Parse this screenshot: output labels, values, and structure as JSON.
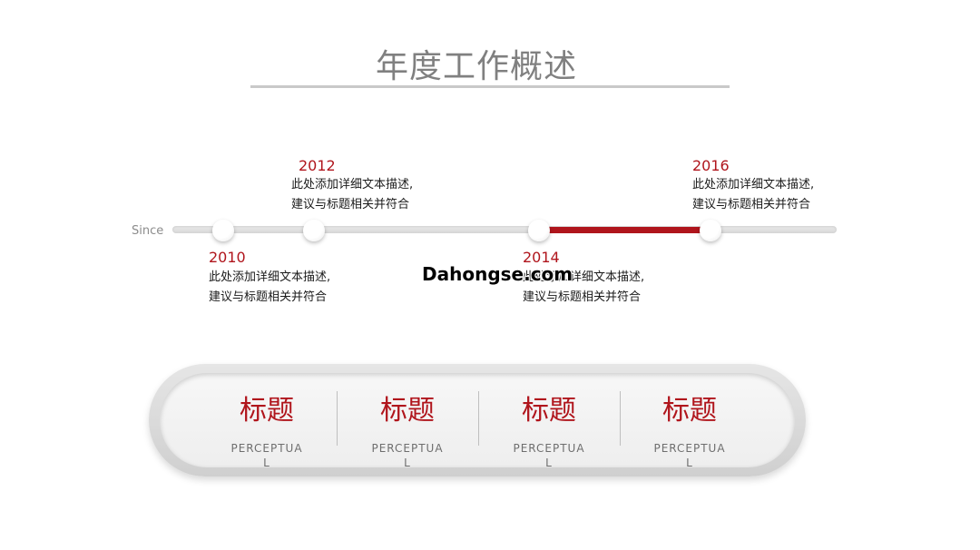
{
  "slide": {
    "title": "年度工作概述"
  },
  "timeline": {
    "start_label": "Since",
    "active_color": "#b0151c",
    "events": [
      {
        "year": "2010",
        "text": "此处添加详细文本描述,\n建议与标题相关并符合"
      },
      {
        "year": "2012",
        "text": "此处添加详细文本描述,\n建议与标题相关并符合"
      },
      {
        "year": "2014",
        "text": "此处添加详细文本描述,\n建议与标题相关并符合"
      },
      {
        "year": "2016",
        "text": "此处添加详细文本描述,\n建议与标题相关并符合"
      }
    ]
  },
  "watermark": "Dahongse.com",
  "cards": [
    {
      "title": "标题",
      "subtitle": "PERCEPTUAL"
    },
    {
      "title": "标题",
      "subtitle": "PERCEPTUAL"
    },
    {
      "title": "标题",
      "subtitle": "PERCEPTUAL"
    },
    {
      "title": "标题",
      "subtitle": "PERCEPTUAL"
    }
  ]
}
